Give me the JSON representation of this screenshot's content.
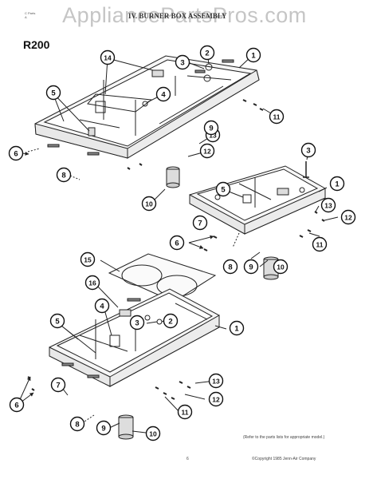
{
  "watermark": "AppliancePartsPros.com",
  "header_small": [
    "C Parts",
    "A",
    ""
  ],
  "title": "IV. BURNER BOX ASSEMBLY",
  "model": "R200",
  "note": "(Refer to the parts lists for appropriate model.)",
  "page_number": "6",
  "copyright": "©Copyright 1985 Jenn-Air Company",
  "callouts": {
    "a1": "1",
    "a2": "2",
    "a3": "3",
    "a4": "4",
    "a5": "5",
    "a6": "6",
    "a8": "8",
    "a9": "9",
    "a10": "10",
    "a11": "11",
    "a12": "12",
    "a13": "13",
    "a14": "14",
    "b1": "1",
    "b3": "3",
    "b5": "5",
    "b6": "6",
    "b7": "7",
    "b8": "8",
    "b9": "9",
    "b10": "10",
    "b11": "11",
    "b12": "12",
    "b13": "13",
    "c1": "1",
    "c2": "2",
    "c3": "3",
    "c4": "4",
    "c5": "5",
    "c6": "6",
    "c7": "7",
    "c8": "8",
    "c9": "9",
    "c10": "10",
    "c11": "11",
    "c12": "12",
    "c13": "13",
    "c15": "15",
    "c16": "16"
  }
}
